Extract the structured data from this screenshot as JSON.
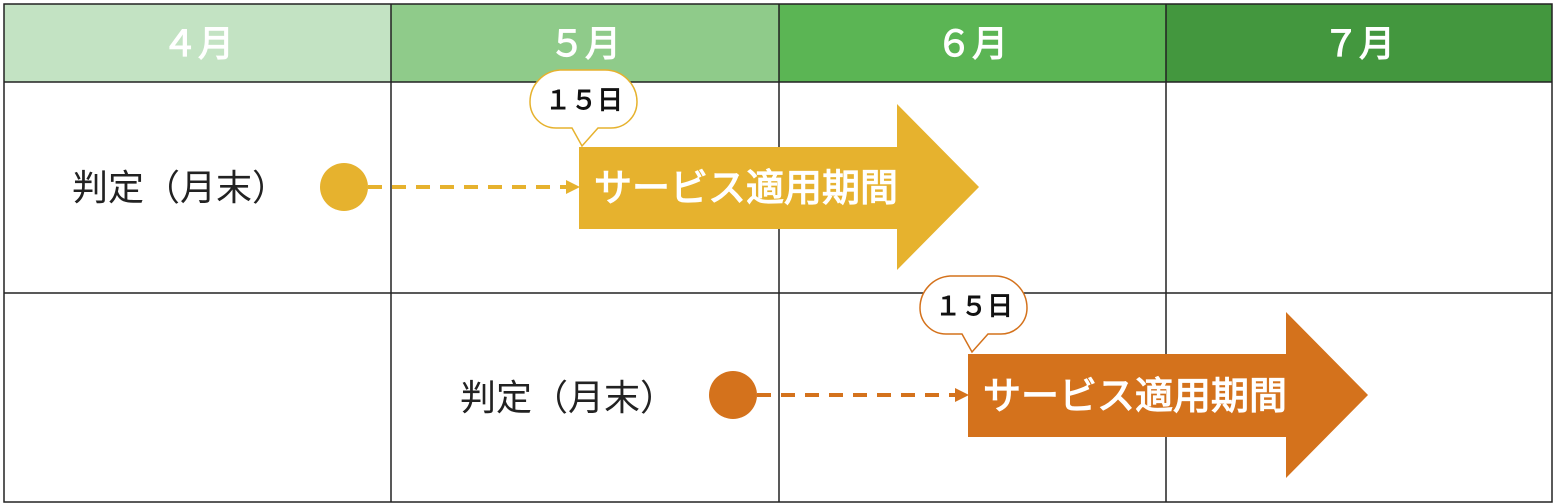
{
  "header": {
    "months": [
      {
        "label": "４月",
        "color": "#c3e3c3"
      },
      {
        "label": "５月",
        "color": "#8fcb8a"
      },
      {
        "label": "６月",
        "color": "#5bb554"
      },
      {
        "label": "７月",
        "color": "#43973e"
      }
    ]
  },
  "rows": [
    {
      "judgement_label": "判定（月末）",
      "callout": "１５日",
      "arrow_label": "サービス適用期間",
      "color": "#e6b22e",
      "callout_border": "#e6b22e"
    },
    {
      "judgement_label": "判定（月末）",
      "callout": "１５日",
      "arrow_label": "サービス適用期間",
      "color": "#d4721c",
      "callout_border": "#d4721c"
    }
  ]
}
